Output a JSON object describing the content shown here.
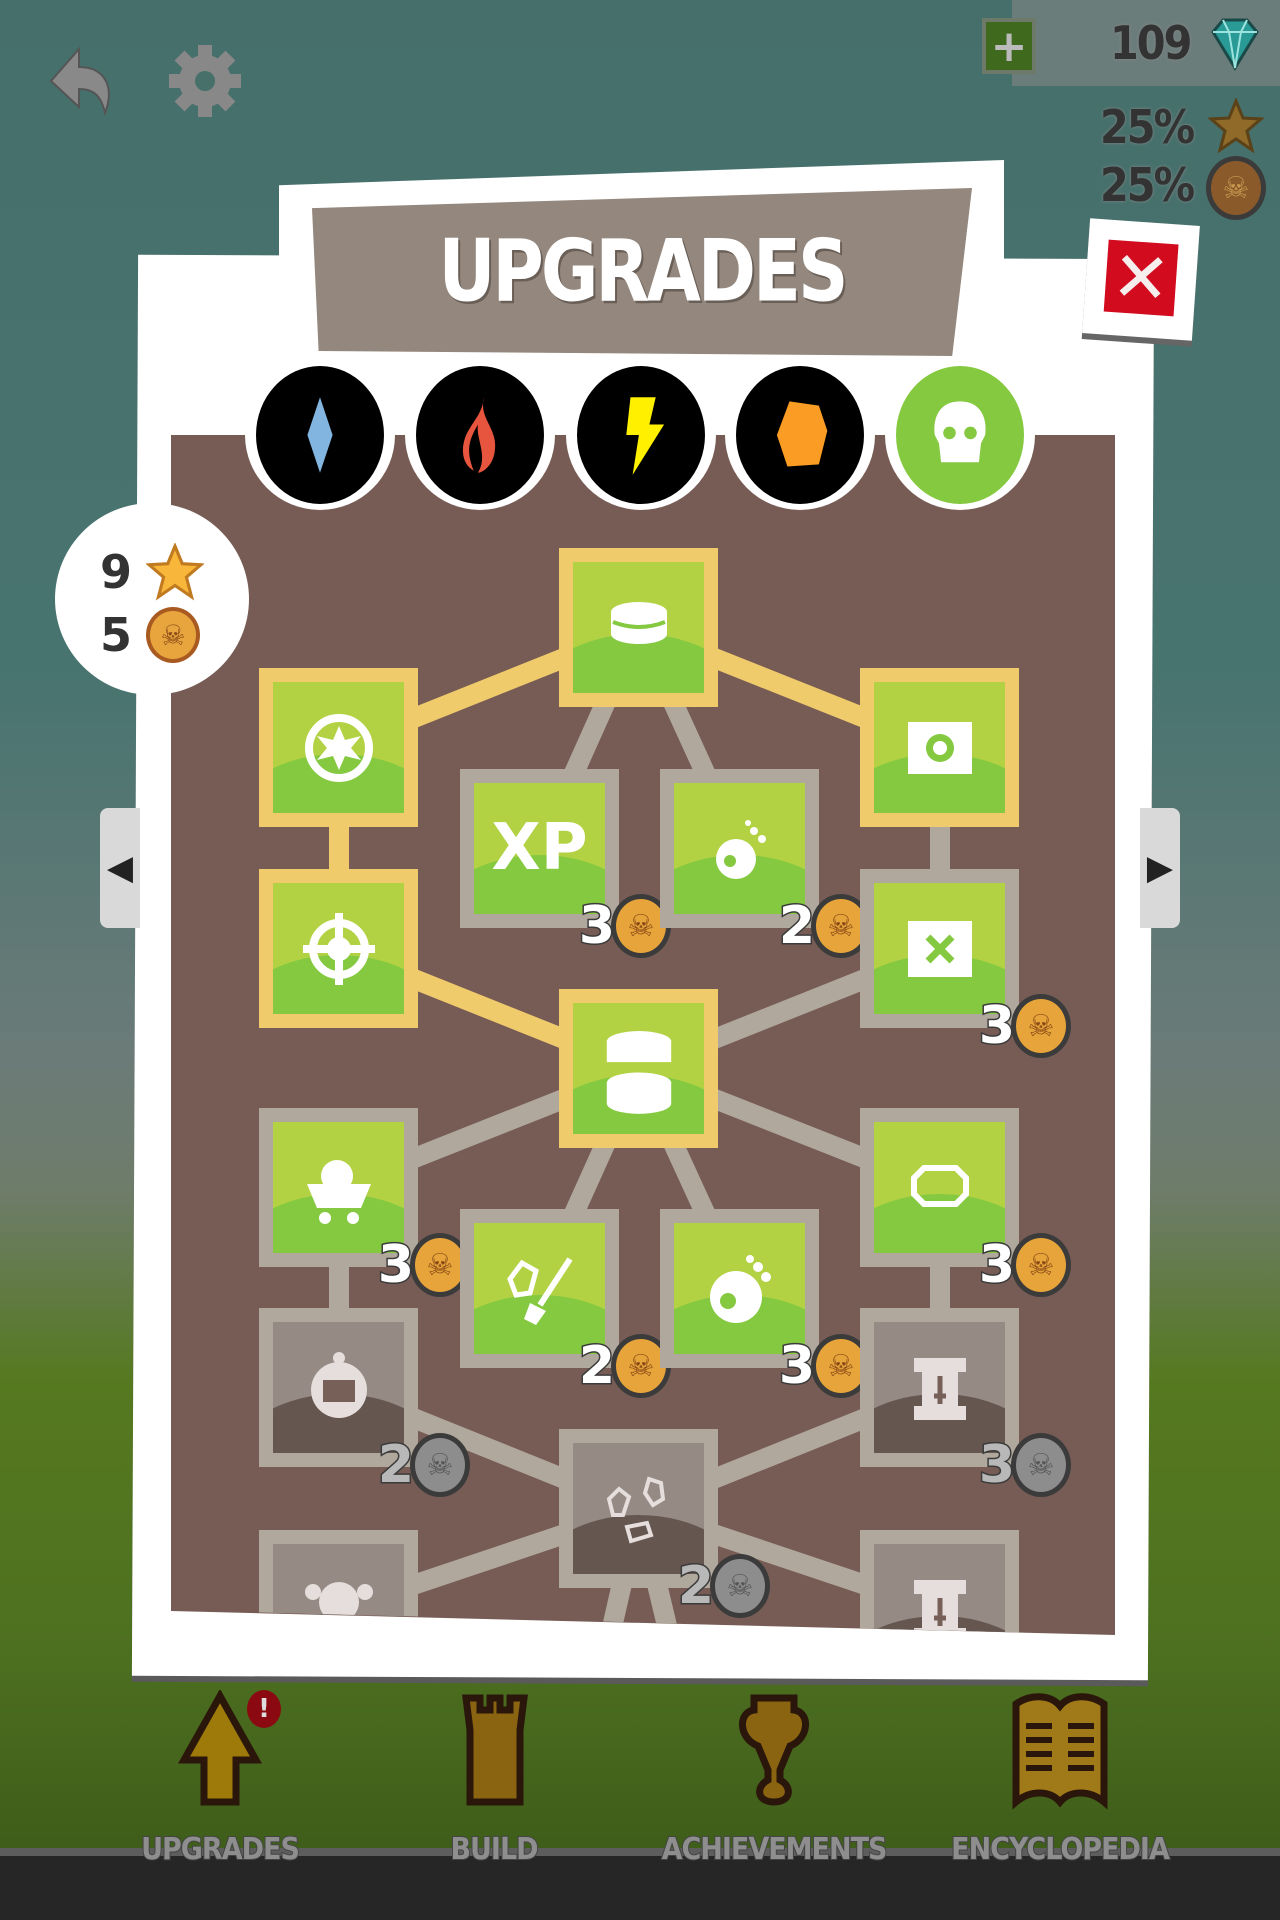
{
  "header": {
    "back_icon": "back-arrow-icon",
    "settings_icon": "gear-icon",
    "gems": "109",
    "add_gems_label": "+",
    "star_percent": "25%",
    "skull_percent": "25%"
  },
  "panel": {
    "title": "UPGRADES",
    "close_label": "✕",
    "categories": [
      {
        "name": "ice",
        "icon": "crystal-icon",
        "color": "#82b6e0",
        "selected": false
      },
      {
        "name": "fire",
        "icon": "flame-icon",
        "color": "#e8553e",
        "selected": false
      },
      {
        "name": "lightning",
        "icon": "lightning-icon",
        "color": "#fff000",
        "selected": false
      },
      {
        "name": "earth",
        "icon": "rock-icon",
        "color": "#fb9d24",
        "selected": false
      },
      {
        "name": "death",
        "icon": "skull-icon",
        "color": "#84c940",
        "selected": true
      }
    ],
    "stars": "9",
    "skulls": "5"
  },
  "tree": {
    "nodes": [
      {
        "icon": "coins-icon",
        "state": "owned",
        "cost": null
      },
      {
        "icon": "burst-icon",
        "state": "owned",
        "cost": null
      },
      {
        "icon": "target-icon",
        "state": "owned",
        "cost": null
      },
      {
        "icon": "xp-icon",
        "label": "XP",
        "state": "available",
        "cost": "3"
      },
      {
        "icon": "bomb-small-icon",
        "state": "available",
        "cost": "2"
      },
      {
        "icon": "crosshair-gear-icon",
        "state": "owned",
        "cost": null
      },
      {
        "icon": "x-square-icon",
        "state": "available",
        "cost": "3"
      },
      {
        "icon": "double-coins-icon",
        "state": "owned",
        "cost": null
      },
      {
        "icon": "mine-cart-icon",
        "state": "available",
        "cost": "3"
      },
      {
        "icon": "gem-icon",
        "state": "available",
        "cost": "3"
      },
      {
        "icon": "gem-shovel-icon",
        "state": "available",
        "cost": "2"
      },
      {
        "icon": "bomb-icon",
        "state": "available",
        "cost": "3"
      },
      {
        "icon": "helmet-icon",
        "state": "locked",
        "cost": "2"
      },
      {
        "icon": "castle-icon",
        "state": "locked",
        "cost": "3"
      },
      {
        "icon": "gems-icon",
        "state": "locked",
        "cost": "2"
      },
      {
        "icon": "skull-bones-icon",
        "state": "locked",
        "cost": null
      },
      {
        "icon": "castle-icon",
        "state": "locked",
        "cost": null
      }
    ]
  },
  "colors": {
    "owned_border": "#f0cb6b",
    "normal_border": "#b0a89c",
    "green": "#84c940",
    "brown": "#775c55",
    "close_red": "#d20b1f"
  },
  "nav": [
    {
      "label": "UPGRADES",
      "icon": "upgrade-arrow-icon",
      "alert": "!"
    },
    {
      "label": "BUILD",
      "icon": "tower-icon"
    },
    {
      "label": "ACHIEVEMENTS",
      "icon": "trophy-icon"
    },
    {
      "label": "ENCYCLOPEDIA",
      "icon": "book-icon"
    }
  ]
}
